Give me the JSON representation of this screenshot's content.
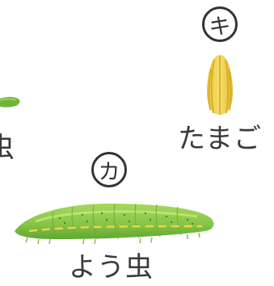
{
  "figure": {
    "items": [
      {
        "marker": "キ",
        "caption": "たまご",
        "illustration": "egg-icon",
        "color": "#f2d24a"
      },
      {
        "marker": "カ",
        "caption": "よう虫",
        "illustration": "caterpillar-icon",
        "color": "#8fcc4a"
      },
      {
        "caption_fragment": "虫",
        "illustration": "caterpillar-fragment-icon",
        "color": "#6fb53a"
      }
    ]
  }
}
